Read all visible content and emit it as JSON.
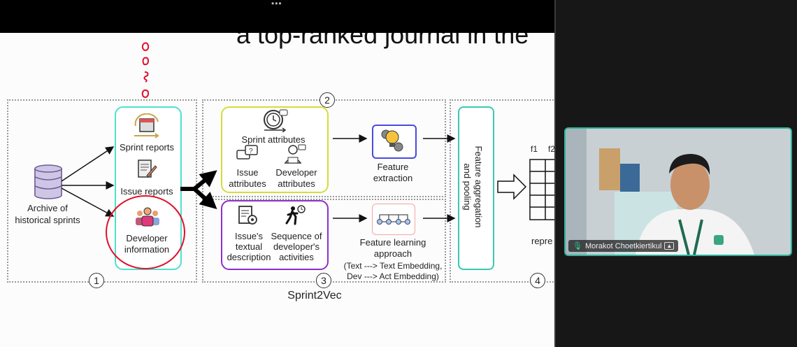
{
  "window": {
    "menu_dots": "•••"
  },
  "slide": {
    "title": "a top-ranked journal in the",
    "section1": {
      "number": "1",
      "archive_label_line1": "Archive of",
      "archive_label_line2": "historical sprints",
      "items": [
        {
          "label": "Sprint reports",
          "icon": "sprint-calendar-icon"
        },
        {
          "label": "Issue reports",
          "icon": "document-pen-icon"
        },
        {
          "label_line1": "Developer",
          "label_line2": "information",
          "icon": "team-icon"
        }
      ]
    },
    "section2": {
      "number": "2",
      "sprint_attributes": "Sprint attributes",
      "issue_attributes_line1": "Issue",
      "issue_attributes_line2": "attributes",
      "developer_attributes_line1": "Developer",
      "developer_attributes_line2": "attributes",
      "feature_extraction_line1": "Feature",
      "feature_extraction_line2": "extraction"
    },
    "section3": {
      "number": "3",
      "textual_line1": "Issue's",
      "textual_line2": "textual",
      "textual_line3": "description",
      "sequence_line1": "Sequence of",
      "sequence_line2": "developer's",
      "sequence_line3": "activities",
      "learning_line1": "Feature learning",
      "learning_line2": "approach",
      "learning_line3": "(Text ---> Text Embedding,",
      "learning_line4": "Dev ---> Act Embedding)"
    },
    "section4": {
      "number": "4",
      "aggregation_line1": "Feature aggregation",
      "aggregation_line2": "and pooling",
      "matrix_col1": "f1",
      "matrix_col2": "f2",
      "repr_label": "repre"
    },
    "caption": "Sprint2Vec",
    "colors": {
      "teal": "#4fe0cf",
      "yellow": "#d4dd3c",
      "purple": "#8e2fc9",
      "blue": "#4a4ae0",
      "pink": "#f3a5a5",
      "annotation_red": "#e0102a",
      "db_fill": "#cfc6e6"
    }
  },
  "video": {
    "participant_name": "Morakot Choetkiertikul",
    "mic_icon": "microphone-icon",
    "share_icon": "screen-share-icon"
  }
}
